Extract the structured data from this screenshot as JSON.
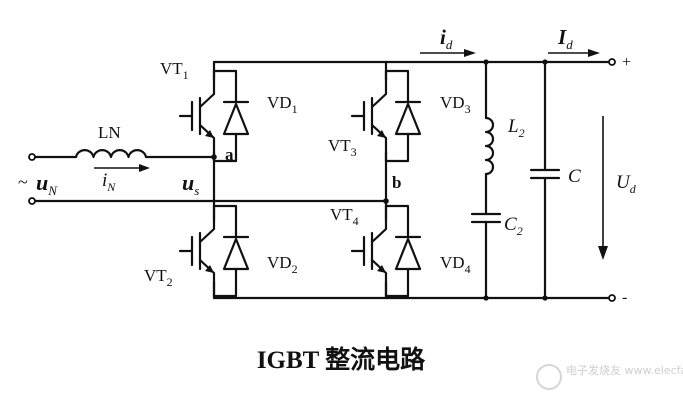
{
  "labels": {
    "vt1": "VT",
    "vt1_sub": "1",
    "vt2": "VT",
    "vt2_sub": "2",
    "vt3": "VT",
    "vt3_sub": "3",
    "vt4": "VT",
    "vt4_sub": "4",
    "vd1": "VD",
    "vd1_sub": "1",
    "vd2": "VD",
    "vd2_sub": "2",
    "vd3": "VD",
    "vd3_sub": "3",
    "vd4": "VD",
    "vd4_sub": "4",
    "ln": "LN",
    "tilde": "~",
    "un": "u",
    "un_sub": "N",
    "in": "i",
    "in_sub": "N",
    "us": "u",
    "us_sub": "s",
    "node_a": "a",
    "node_b": "b",
    "id": "i",
    "id_sub": "d",
    "Id": "I",
    "Id_sub": "d",
    "l2": "L",
    "l2_sub": "2",
    "c2": "C",
    "c2_sub": "2",
    "c": "C",
    "ud": "U",
    "ud_sub": "d",
    "plus": "+",
    "minus": "-"
  },
  "caption": "IGBT 整流电路",
  "watermark": "电子发烧友 www.elecfans.com"
}
